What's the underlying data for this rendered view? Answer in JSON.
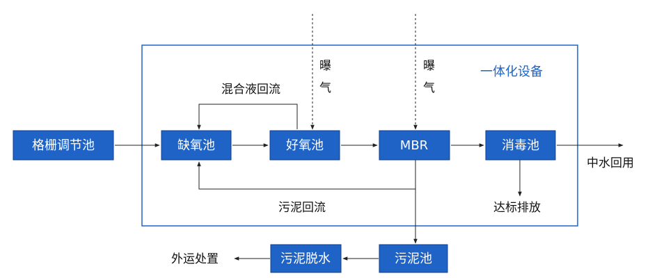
{
  "group": {
    "label": "一体化设备",
    "color": "#1f63c6"
  },
  "nodes": {
    "screen": "格栅调节池",
    "anoxic": "缺氧池",
    "aerobic": "好氧池",
    "mbr": "MBR",
    "disinfect": "消毒池",
    "sludge_tank": "污泥池",
    "dewater": "污泥脱水"
  },
  "labels": {
    "mixed_return": "混合液回流",
    "aeration_1": "曝气",
    "aeration_2": "曝气",
    "sludge_return": "污泥回流",
    "reuse": "中水回用",
    "discharge": "达标排放",
    "disposal": "外运处置"
  },
  "colors": {
    "node_fill": "#1f63c6",
    "line": "#222222"
  }
}
